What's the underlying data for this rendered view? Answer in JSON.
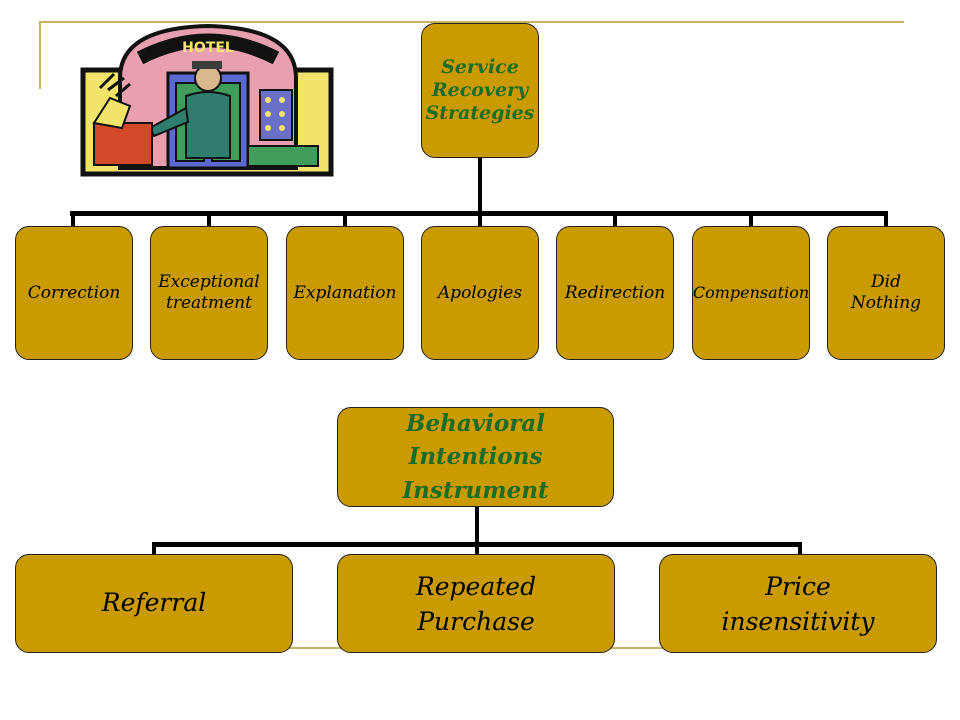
{
  "clipart": {
    "sign_text": "HOTEL",
    "name": "hotel-clerk-clipart"
  },
  "tree1": {
    "root": "Service\nRecovery\nStrategies",
    "children": [
      "Correction",
      "Exceptional\ntreatment",
      "Explanation",
      "Apologies",
      "Redirection",
      "Compensation",
      "Did\nNothing"
    ]
  },
  "tree2": {
    "root": "Behavioral Intentions\nInstrument",
    "children": [
      "Referral",
      "Repeated\nPurchase",
      "Price\ninsensitivity"
    ]
  },
  "colors": {
    "box_fill": "#c99b00",
    "root_text": "#1d6b2b",
    "frame_line": "#c8b25a"
  }
}
